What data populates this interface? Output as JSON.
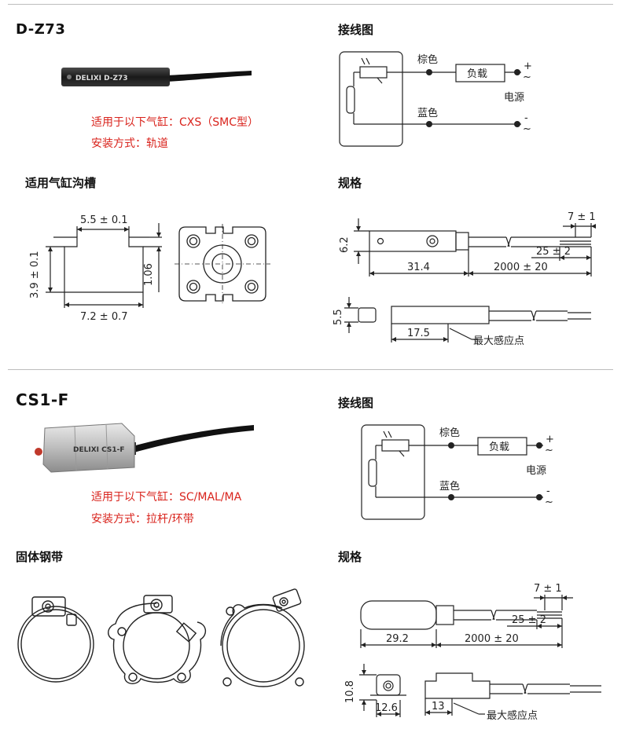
{
  "sections": [
    {
      "model": "D-Z73",
      "product_label": "DELIXI  D-Z73",
      "applicable": "适用于以下气缸：CXS（SMC型）",
      "mount": "安装方式：轨道",
      "groove_title": "适用气缸沟槽",
      "groove_dims": {
        "width_top": "5.5 ± 0.1",
        "height": "3.9 ± 0.1",
        "depth": "1.06",
        "width_bottom": "7.2 ± 0.7"
      },
      "wiring_title": "接线图",
      "wiring": {
        "brown": "棕色",
        "blue": "蓝色",
        "load": "负载",
        "power": "电源",
        "plus": "+",
        "minus": "-",
        "tilde": "~"
      },
      "spec_title": "规格",
      "spec": {
        "height": "6.2",
        "body_len": "31.4",
        "cable_len": "2000 ± 20",
        "strip_len": "25 ± 2",
        "wire_end": "7 ± 1",
        "side_h": "5.5",
        "sense_dist": "17.5",
        "sense_point": "最大感应点"
      }
    },
    {
      "model": "CS1-F",
      "product_label": "DELIXI  CS1-F",
      "applicable": "适用于以下气缸：SC/MAL/MA",
      "mount": "安装方式：拉杆/环带",
      "band_title": "固体钢带",
      "wiring_title": "接线图",
      "wiring": {
        "brown": "棕色",
        "blue": "蓝色",
        "load": "负载",
        "power": "电源",
        "plus": "+",
        "minus": "-",
        "tilde": "~"
      },
      "spec_title": "规格",
      "spec": {
        "body_len": "29.2",
        "cable_len": "2000 ± 20",
        "strip_len": "25 ± 2",
        "wire_end": "7 ± 1",
        "side_h": "10.8",
        "side_w": "12.6",
        "sense_dist": "13",
        "sense_point": "最大感应点"
      }
    }
  ],
  "colors": {
    "accent_red": "#d9231c",
    "line": "#222222",
    "divider": "#bdbdbd"
  }
}
